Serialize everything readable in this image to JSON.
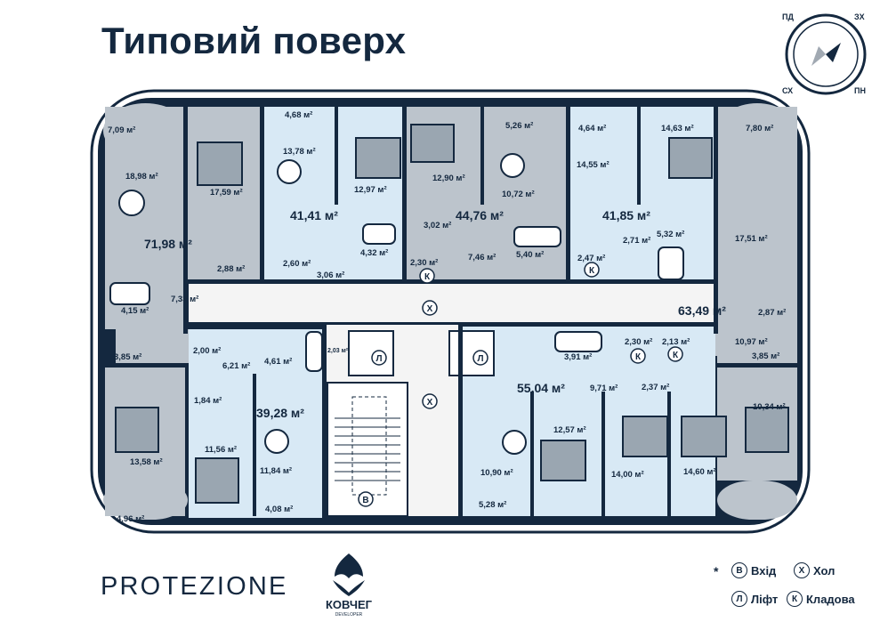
{
  "title": "Типовий поверх",
  "brand": "PROTEZIONE",
  "developer": {
    "name": "КОВЧЕГ",
    "tagline": "DEVELOPER"
  },
  "compass": {
    "nw": "ПД",
    "ne": "ЗХ",
    "sw": "СХ",
    "se": "ПН"
  },
  "colors": {
    "navy": "#14283f",
    "apartment_blue": "#d8e9f5",
    "apartment_gray": "#bcc4cc",
    "common": "#f4f4f4",
    "furniture": "#9aa6b1"
  },
  "apartments": [
    {
      "id": "a1",
      "total": "71,98 м²",
      "rooms": [
        "7,09 м²",
        "18,98 м²",
        "17,59 м²",
        "2,88 м²",
        "7,33 м²",
        "4,15 м²"
      ]
    },
    {
      "id": "a2",
      "total": "41,41 м²",
      "rooms": [
        "4,68 м²",
        "13,78 м²",
        "12,97 м²",
        "2,60 м²",
        "4,32 м²",
        "3,06 м²"
      ]
    },
    {
      "id": "a3",
      "total": "44,76 м²",
      "rooms": [
        "12,90 м²",
        "5,26 м²",
        "10,72 м²",
        "3,02 м²",
        "7,46 м²",
        "5,40 м²"
      ]
    },
    {
      "id": "a4",
      "total": "41,85 м²",
      "rooms": [
        "4,64 м²",
        "14,55 м²",
        "14,63 м²",
        "2,71 м²",
        "5,32 м²"
      ]
    },
    {
      "id": "a5",
      "total": "63,49 м²",
      "rooms": [
        "7,80 м²",
        "17,51 м²",
        "2,87 м²",
        "10,97 м²",
        "3,85 м²",
        "10,34 м²"
      ]
    },
    {
      "id": "a6",
      "total": "55,04 м²",
      "rooms": [
        "3,91 м²",
        "9,71 м²",
        "2,37 м²",
        "12,57 м²",
        "10,90 м²",
        "5,28 м²",
        "14,00 м²",
        "14,60 м²"
      ]
    },
    {
      "id": "a7",
      "total": "39,28 м²",
      "rooms": [
        "2,00 м²",
        "6,21 м²",
        "4,61 м²",
        "1,84 м²",
        "11,56 м²",
        "11,84 м²",
        "4,08 м²"
      ]
    },
    {
      "id": "a8",
      "total": "",
      "rooms": [
        "3,85 м²",
        "13,58 м²",
        "4,96 м²"
      ]
    }
  ],
  "storage_rooms": [
    "2,30 м²",
    "2,47 м²",
    "2,30 м²",
    "2,13 м²",
    "2,03 м²"
  ],
  "markers": {
    "entrance": "В",
    "hall": "Х",
    "lift": "Л",
    "storage": "К"
  },
  "legend": {
    "entrance": "Вхід",
    "hall": "Хол",
    "lift": "Ліфт",
    "storage": "Кладова"
  }
}
